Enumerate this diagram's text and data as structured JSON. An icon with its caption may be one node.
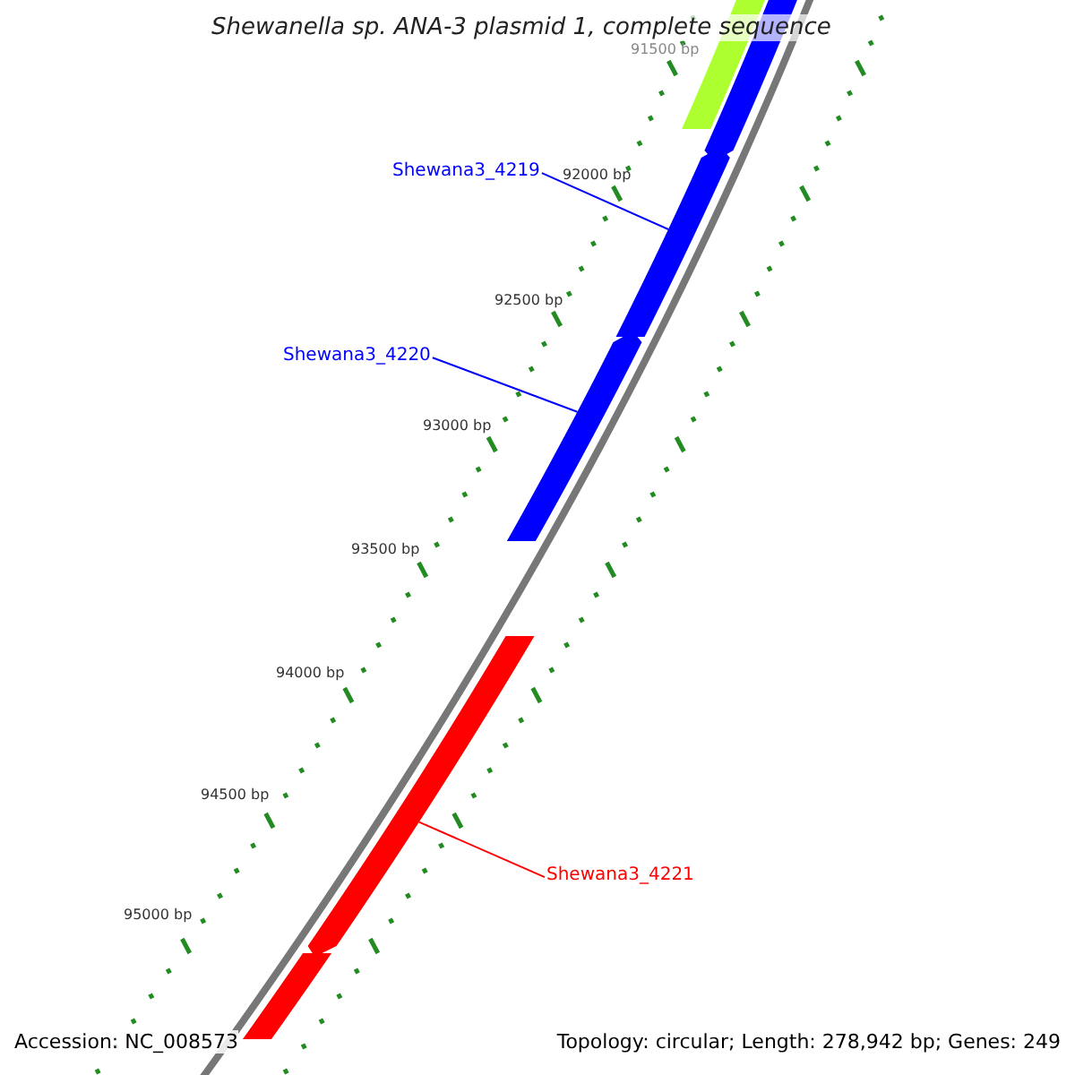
{
  "diagram": {
    "title": "Shewanella sp. ANA-3 plasmid 1, complete sequence",
    "nodes": [
      {
        "text": [
          "Shewana3_4219"
        ]
      },
      {
        "text": [
          "Shewana3_4220"
        ]
      },
      {
        "text": [
          "Shewana3_4221"
        ]
      },
      {
        "text": [],
        "shape": "bar"
      },
      {
        "text": [],
        "shape": "bar"
      },
      {
        "text": [],
        "shape": "bar"
      },
      {
        "text": [],
        "shape": "bar"
      },
      {
        "text": [],
        "shape": "bar"
      },
      {
        "text": [],
        "shape": "bar"
      }
    ],
    "edges": [
      {
        "from": 0,
        "to": 5,
        "arrow": "none"
      },
      {
        "from": 1,
        "to": 6,
        "arrow": "none"
      },
      {
        "from": 2,
        "to": 7,
        "arrow": "none",
        "color": "#ff0000"
      }
    ],
    "labels": [
      "91500 bp",
      "92000 bp",
      "92500 bp",
      "93000 bp",
      "93500 bp",
      "94000 bp",
      "94500 bp",
      "95000 bp",
      "Accession: NC_008573",
      "Topology: circular; Length: 278,942 bp; Genes: 249"
    ]
  }
}
